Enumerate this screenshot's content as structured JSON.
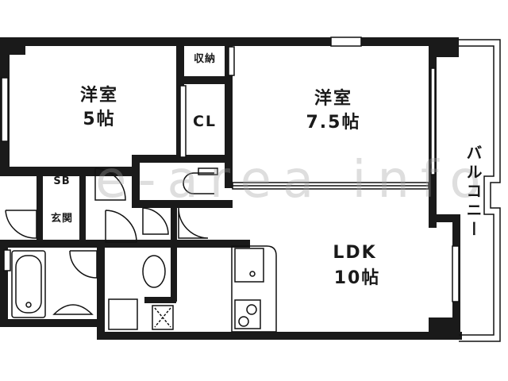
{
  "plan": {
    "type": "apartment floor plan",
    "layout": "2LDK",
    "watermark": "e-area info",
    "rooms": [
      {
        "id": "western-room-5",
        "name": "洋室",
        "size": "5帖"
      },
      {
        "id": "western-room-7-5",
        "name": "洋室",
        "size": "7.5帖"
      },
      {
        "id": "ldk",
        "name": "LDK",
        "size": "10帖"
      },
      {
        "id": "closet",
        "name": "CL"
      },
      {
        "id": "storage",
        "name": "収納"
      },
      {
        "id": "shoe-box",
        "name": "SB"
      },
      {
        "id": "entrance",
        "name": "玄関"
      },
      {
        "id": "balcony",
        "name": "バルコニー"
      }
    ],
    "colors": {
      "wall": "#1a1a1a",
      "background": "#ffffff",
      "line": "#111111"
    }
  }
}
